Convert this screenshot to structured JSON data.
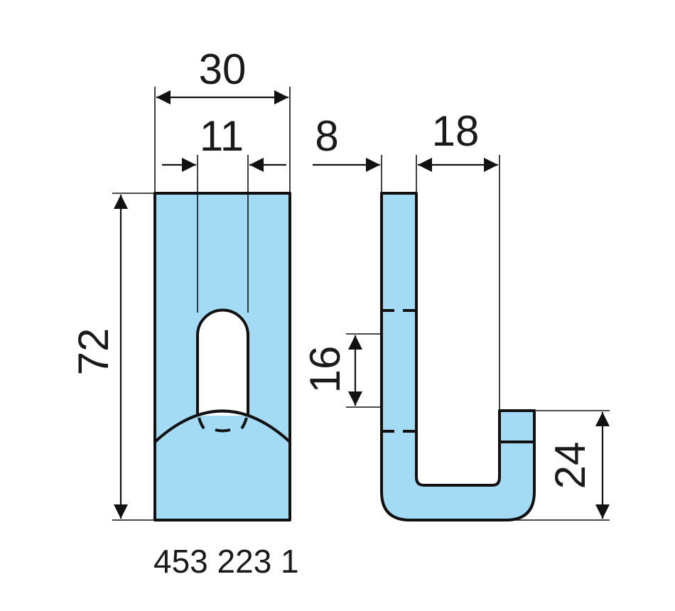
{
  "colors": {
    "part_fill": "#a3dbf5",
    "line": "#111111"
  },
  "dimensions": {
    "width_total": "30",
    "slot_width": "11",
    "offset": "8",
    "hook_gap": "18",
    "height_total": "72",
    "slot_length": "16",
    "hook_height": "24"
  },
  "part_number": "453 223 1"
}
